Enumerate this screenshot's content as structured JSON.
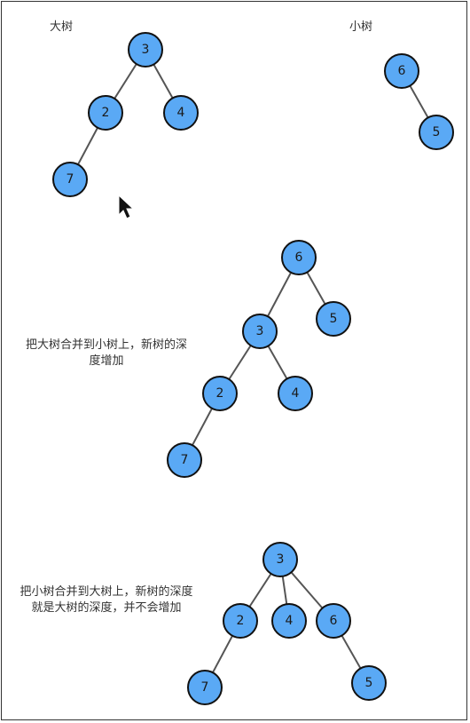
{
  "labels": {
    "big_tree": "大树",
    "small_tree": "小树",
    "caption_merge_big_into_small": [
      "把大树合并到小树上，新树的深",
      "度增加"
    ],
    "caption_merge_small_into_big": [
      "把小树合并到大树上，新树的深度",
      "就是大树的深度，并不会增加"
    ]
  },
  "trees": {
    "big": {
      "nodes": [
        "3",
        "2",
        "4",
        "7"
      ],
      "edges": [
        [
          "3",
          "2"
        ],
        [
          "3",
          "4"
        ],
        [
          "2",
          "7"
        ]
      ]
    },
    "small": {
      "nodes": [
        "6",
        "5"
      ],
      "edges": [
        [
          "6",
          "5"
        ]
      ]
    },
    "merged_big_into_small": {
      "nodes": [
        "6",
        "3",
        "5",
        "2",
        "4",
        "7"
      ],
      "edges": [
        [
          "6",
          "3"
        ],
        [
          "6",
          "5"
        ],
        [
          "3",
          "2"
        ],
        [
          "3",
          "4"
        ],
        [
          "2",
          "7"
        ]
      ]
    },
    "merged_small_into_big": {
      "nodes": [
        "3",
        "2",
        "4",
        "6",
        "7",
        "5"
      ],
      "edges": [
        [
          "3",
          "2"
        ],
        [
          "3",
          "4"
        ],
        [
          "3",
          "6"
        ],
        [
          "2",
          "7"
        ],
        [
          "6",
          "5"
        ]
      ]
    }
  },
  "colors": {
    "node_fill": "#5aa9f5",
    "node_stroke": "#111111",
    "edge": "#555555"
  },
  "icons": {
    "cursor": "mouse-pointer-icon"
  }
}
